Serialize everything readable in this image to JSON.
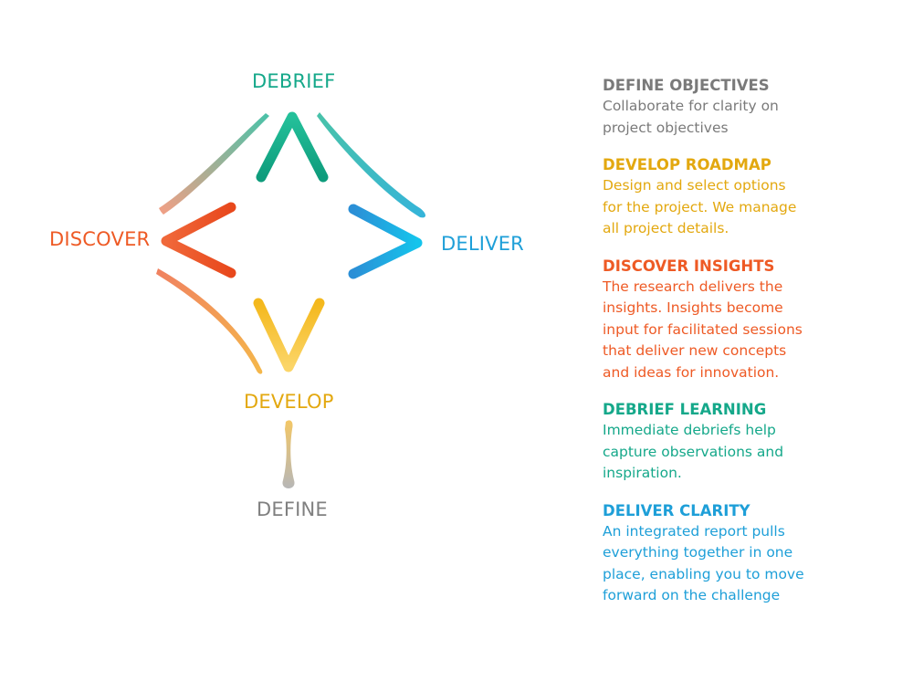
{
  "colors": {
    "define": "#7a7a7a",
    "develop": "#e3a80f",
    "discover": "#ee5a25",
    "debrief": "#15a88a",
    "deliver": "#1e9fd8"
  },
  "diagram": {
    "labels": {
      "debrief": "DEBRIEF",
      "discover": "DISCOVER",
      "deliver": "DELIVER",
      "develop": "DEVELOP",
      "define": "DEFINE"
    }
  },
  "steps": [
    {
      "title": "DEFINE OBJECTIVES",
      "description": "Collaborate for clarity on\nproject objectives",
      "color_key": "define"
    },
    {
      "title": "DEVELOP ROADMAP",
      "description": "Design and select options\nfor the project. We manage\nall project details.",
      "color_key": "develop"
    },
    {
      "title": "DISCOVER INSIGHTS",
      "description": "The research delivers the\ninsights. Insights become\ninput for facilitated sessions\nthat deliver new concepts\nand ideas for innovation.",
      "color_key": "discover"
    },
    {
      "title": "DEBRIEF LEARNING",
      "description": "Immediate debriefs help\ncapture observations and\ninspiration.",
      "color_key": "debrief"
    },
    {
      "title": "DELIVER CLARITY",
      "description": "An integrated report pulls\neverything together in one\nplace, enabling you to move\nforward on the challenge",
      "color_key": "deliver"
    }
  ]
}
